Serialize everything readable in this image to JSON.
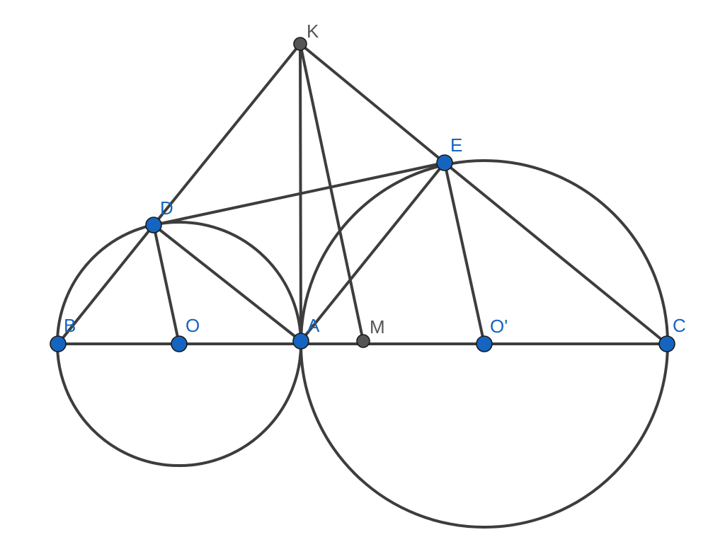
{
  "colors": {
    "line": "#3d3d3d",
    "point_blue": "#1565c0",
    "point_gray": "#555555",
    "label_blue": "#1565c0",
    "label_gray": "#555555"
  },
  "points": {
    "K": {
      "label": "K",
      "style": "gray"
    },
    "E": {
      "label": "E",
      "style": "blue"
    },
    "D": {
      "label": "D",
      "style": "blue"
    },
    "B": {
      "label": "B",
      "style": "blue"
    },
    "O": {
      "label": "O",
      "style": "blue"
    },
    "A": {
      "label": "A",
      "style": "blue"
    },
    "M": {
      "label": "M",
      "style": "gray"
    },
    "O2": {
      "label": "O'",
      "style": "blue"
    },
    "C": {
      "label": "C",
      "style": "blue"
    }
  },
  "circles": [
    {
      "center": "O",
      "through": "A"
    },
    {
      "center": "O2",
      "through": "A"
    }
  ],
  "segments": [
    [
      "B",
      "C"
    ],
    [
      "K",
      "D"
    ],
    [
      "K",
      "E"
    ],
    [
      "K",
      "A"
    ],
    [
      "K",
      "M"
    ],
    [
      "D",
      "E"
    ],
    [
      "D",
      "B"
    ],
    [
      "D",
      "O"
    ],
    [
      "D",
      "A"
    ],
    [
      "E",
      "A"
    ],
    [
      "E",
      "O2"
    ],
    [
      "E",
      "C"
    ]
  ]
}
